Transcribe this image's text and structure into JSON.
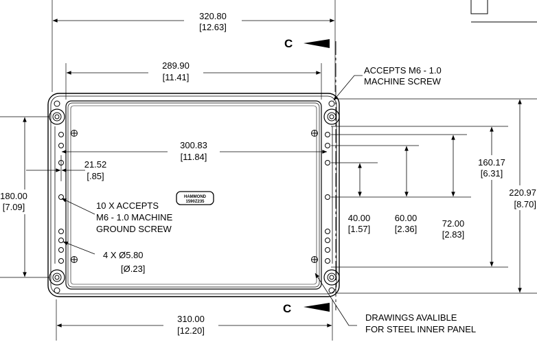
{
  "dimensions": {
    "overall_width": {
      "mm": "320.80",
      "in": "[12.63]"
    },
    "inner_width": {
      "mm": "289.90",
      "in": "[11.41]"
    },
    "hole_span": {
      "mm": "300.83",
      "in": "[11.84]"
    },
    "flange_offset": {
      "mm": "21.52",
      "in": "[.85]"
    },
    "bottom_width": {
      "mm": "310.00",
      "in": "[12.20]"
    },
    "left_height": {
      "mm": "180.00",
      "in": "[7.09]"
    },
    "h40": {
      "mm": "40.00",
      "in": "[1.57]"
    },
    "h60": {
      "mm": "60.00",
      "in": "[2.36]"
    },
    "h72": {
      "mm": "72.00",
      "in": "[2.83]"
    },
    "h160": {
      "mm": "160.17",
      "in": "[6.31]"
    },
    "h220": {
      "mm": "220.97",
      "in": "[8.70]"
    }
  },
  "notes": {
    "screw_top": [
      "ACCEPTS M6 - 1.0",
      "MACHINE SCREW"
    ],
    "ground": [
      "10 X ACCEPTS",
      "M6 - 1.0 MACHINE",
      "GROUND SCREW"
    ],
    "holes": [
      "4 X Ø5.80",
      "[Ø.23]"
    ],
    "drawings": [
      "DRAWINGS AVALIBLE",
      "FOR STEEL INNER PANEL"
    ]
  },
  "section_label": "C",
  "logo": [
    "HAMMOND",
    "1590Z235"
  ]
}
